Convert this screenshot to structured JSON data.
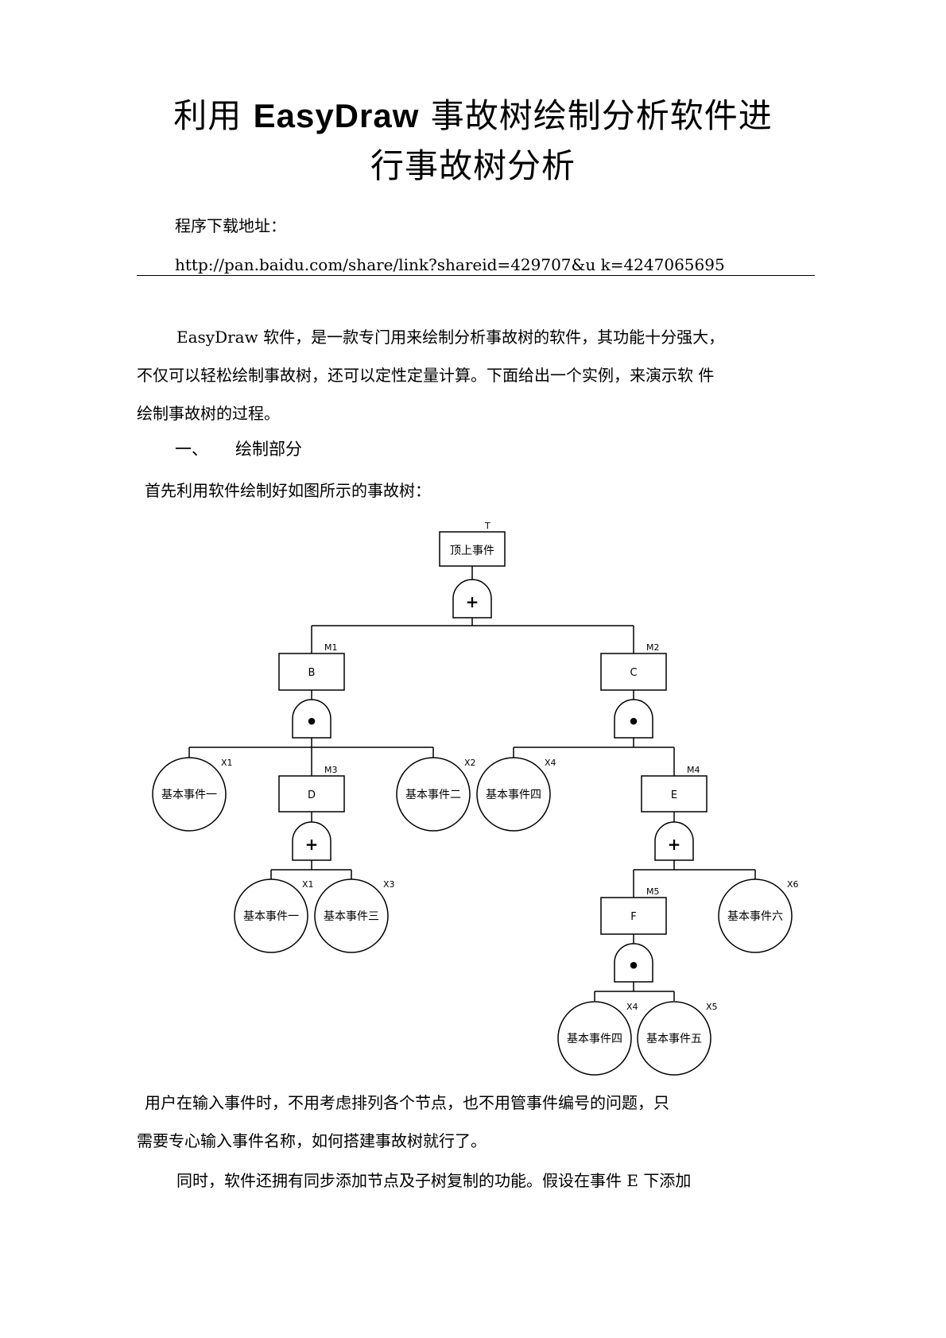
{
  "doc": {
    "title_line1_a": "利用 ",
    "title_line1_b": "EasyDraw",
    "title_line1_c": " 事故树绘制分析软件进",
    "title_line2": "行事故树分析",
    "download_label": "程序下载地址：",
    "download_url": "http://pan.baidu.com/share/link?shareid=429707&u k=4247065695",
    "intro_line1": "EasyDraw 软件，是一款专门用来绘制分析事故树的软件，其功能十分强大，",
    "intro_line2": "不仅可以轻松绘制事故树，还可以定性定量计算。下面给出一个实例，来演示软 件",
    "intro_line3": "绘制事故树的过程。",
    "section_number": "一、",
    "section_title": "绘制部分",
    "figure_caption": "首先利用软件绘制好如图所示的事故树：",
    "after_line1": "用户在输入事件时，不用考虑排列各个节点，也不用管事件编号的问题，只",
    "after_line2": "需要专心输入事件名称，如何搭建事故树就行了。",
    "after_line3": "同时，软件还拥有同步添加节点及子树复制的功能。假设在事件  E 下添加"
  },
  "fault_tree": {
    "events": [
      {
        "id": "T",
        "label": "顶上事件"
      },
      {
        "id": "M1",
        "label": "B"
      },
      {
        "id": "M2",
        "label": "C"
      },
      {
        "id": "M3",
        "label": "D"
      },
      {
        "id": "M4",
        "label": "E"
      },
      {
        "id": "M5",
        "label": "F"
      }
    ],
    "basic_events": [
      {
        "code": "X1",
        "label": "基本事件一"
      },
      {
        "code": "X2",
        "label": "基本事件二"
      },
      {
        "code": "X4",
        "label": "基本事件四"
      },
      {
        "code": "X1",
        "label": "基本事件一"
      },
      {
        "code": "X3",
        "label": "基本事件三"
      },
      {
        "code": "X6",
        "label": "基本事件六"
      },
      {
        "code": "X4",
        "label": "基本事件四"
      },
      {
        "code": "X5",
        "label": "基本事件五"
      }
    ],
    "gates": [
      {
        "parent": "T",
        "symbol": "+"
      },
      {
        "parent": "M1",
        "symbol": "•"
      },
      {
        "parent": "M2",
        "symbol": "•"
      },
      {
        "parent": "M3",
        "symbol": "+"
      },
      {
        "parent": "M4",
        "symbol": "+"
      },
      {
        "parent": "M5",
        "symbol": "•"
      }
    ]
  }
}
